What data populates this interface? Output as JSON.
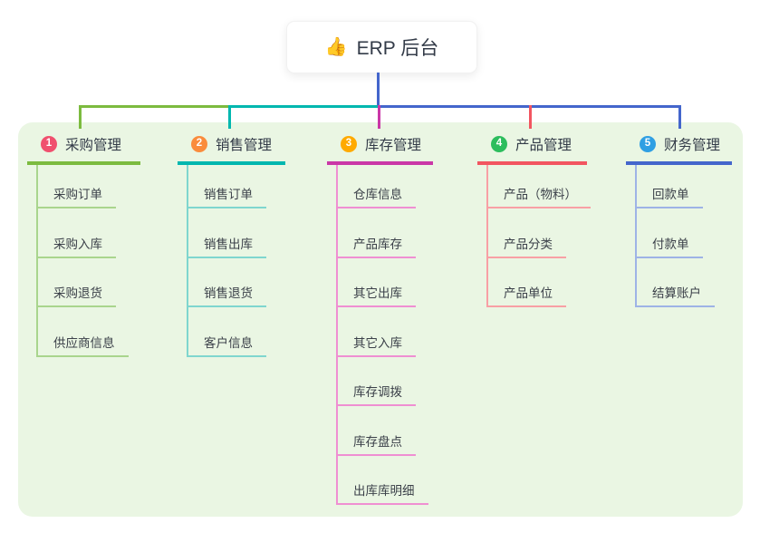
{
  "root": {
    "icon": "👍",
    "label": "ERP 后台"
  },
  "colors": {
    "panel_bg": "#eaf6e3",
    "stem_blue": "#4466cc",
    "root_text": "#333b48",
    "header_text": "#333b48",
    "child_text": "#3b4049"
  },
  "branches": [
    {
      "badge": "1",
      "badge_color": "#f0506e",
      "label": "采购管理",
      "line_color": "#7cbb3f",
      "child_line_color": "#a9d58d",
      "children": [
        "采购订单",
        "采购入库",
        "采购退货",
        "供应商信息"
      ]
    },
    {
      "badge": "2",
      "badge_color": "#fa8c3c",
      "label": "销售管理",
      "line_color": "#00b7af",
      "child_line_color": "#7fd6cf",
      "children": [
        "销售订单",
        "销售出库",
        "销售退货",
        "客户信息"
      ]
    },
    {
      "badge": "3",
      "badge_color": "#ffaa00",
      "label": "库存管理",
      "line_color": "#ca37a7",
      "child_line_color": "#ef8fd2",
      "children": [
        "仓库信息",
        "产品库存",
        "其它出库",
        "其它入库",
        "库存调拨",
        "库存盘点",
        "出库库明细"
      ]
    },
    {
      "badge": "4",
      "badge_color": "#2dbd5d",
      "label": "产品管理",
      "line_color": "#f25560",
      "child_line_color": "#f8a0a5",
      "children": [
        "产品（物料）",
        "产品分类",
        "产品单位"
      ]
    },
    {
      "badge": "5",
      "badge_color": "#2f9fe3",
      "label": "财务管理",
      "line_color": "#4466cc",
      "child_line_color": "#9eb3e6",
      "children": [
        "回款单",
        "付款单",
        "结算账户"
      ]
    }
  ]
}
